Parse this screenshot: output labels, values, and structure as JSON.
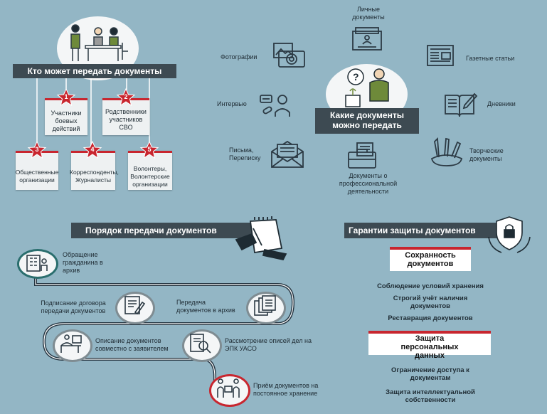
{
  "who": {
    "title": "Кто может передать документы",
    "items": [
      {
        "num": "1",
        "label": "Участники боевых действий"
      },
      {
        "num": "2",
        "label": "Родственники участников СВО"
      },
      {
        "num": "3",
        "label": "Общественные организации"
      },
      {
        "num": "4",
        "label": "Корреспонденты, Журналисты"
      },
      {
        "num": "5",
        "label": "Волонтеры, Волонтерские организации"
      }
    ]
  },
  "what": {
    "title_line1": "Какие документы",
    "title_line2": "можно передать",
    "items": {
      "personal": "Личные документы",
      "photos": "Фотографии",
      "newspaper": "Газетные статьи",
      "interview": "Интервью",
      "diaries": "Дневники",
      "letters": "Письма, Переписку",
      "creative": "Творческие документы",
      "professional": "Документы о профессиональной деятельности"
    }
  },
  "procedure": {
    "title": "Порядок передачи документов",
    "steps": {
      "s1": "Обращение гражданина в архив",
      "s2": "Подписание договора передачи документов",
      "s3": "Передача документов в архив",
      "s4": "Описание документов совместно с заявителем",
      "s5": "Рассмотрение описей дел на ЭПК УАСО",
      "s6": "Приём документов на постоянное хранение"
    }
  },
  "guarantees": {
    "title": "Гарантии защиты документов",
    "preservation": {
      "heading": "Сохранность документов",
      "items": [
        "Соблюдение условий хранения",
        "Строгий учёт наличия документов",
        "Реставрация документов"
      ]
    },
    "privacy": {
      "heading": "Защита персональных данных",
      "items": [
        "Ограничение доступа к документам",
        "Защита интеллектуальной собственности"
      ]
    }
  },
  "colors": {
    "background": "#93b6c5",
    "dark": "#3d4a52",
    "accent": "#c8262f",
    "icon_stroke": "#2c3a44"
  }
}
